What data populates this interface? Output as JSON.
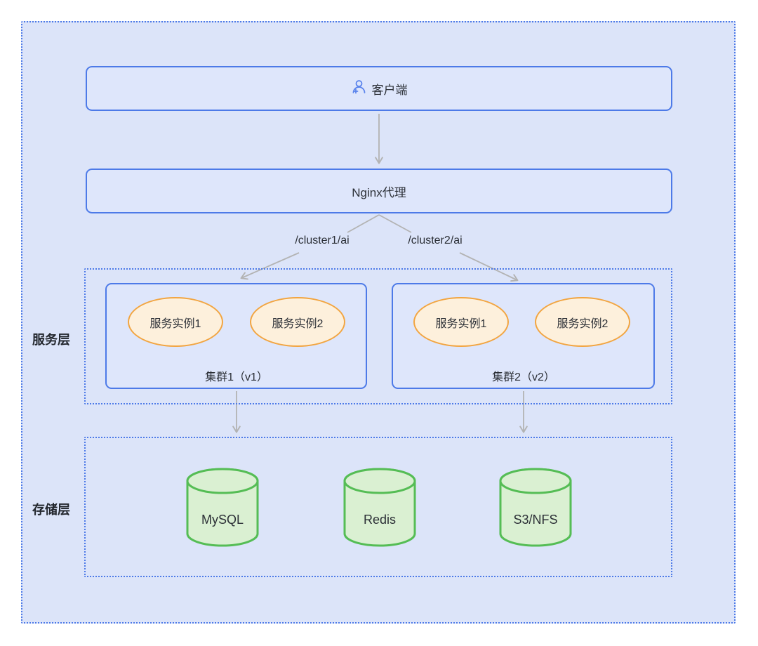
{
  "diagram": {
    "client": {
      "label": "客户端"
    },
    "nginx": {
      "label": "Nginx代理"
    },
    "routes": [
      {
        "label": "/cluster1/ai"
      },
      {
        "label": "/cluster2/ai"
      }
    ],
    "service_layer": {
      "label": "服务层",
      "clusters": [
        {
          "label": "集群1（v1）",
          "instances": [
            "服务实例1",
            "服务实例2"
          ]
        },
        {
          "label": "集群2（v2）",
          "instances": [
            "服务实例1",
            "服务实例2"
          ]
        }
      ]
    },
    "storage_layer": {
      "label": "存储层",
      "stores": [
        "MySQL",
        "Redis",
        "S3/NFS"
      ]
    },
    "colors": {
      "canvas_background": "#dce4f9",
      "border_blue": "#4d7ae8",
      "ellipse_border": "#f2a541",
      "ellipse_fill": "#fdf0dc",
      "cylinder_border": "#55bd55",
      "cylinder_fill": "#daf0d2",
      "arrow_gray": "#b3b3b3",
      "text_dark": "#2b2f36"
    }
  }
}
